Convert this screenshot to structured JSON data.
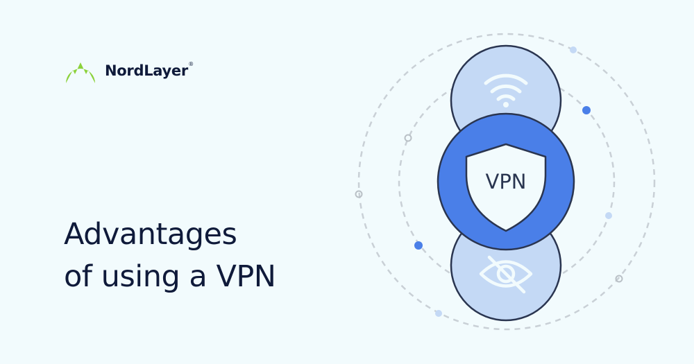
{
  "brand": {
    "name": "NordLayer",
    "registered_mark": "®",
    "logo_icon": "nordlayer-mountain-icon",
    "logo_color": "#8cd23c"
  },
  "hero": {
    "headline_line1": "Advantages",
    "headline_line2": "of using a VPN"
  },
  "illustration": {
    "shield_label": "VPN",
    "top_icon": "wifi-icon",
    "bottom_icon": "eye-off-icon",
    "shield_icon": "shield-icon",
    "accent_color": "#4a7fe8",
    "light_circle_color": "#c4d9f5",
    "outline_color": "#2a3550"
  }
}
